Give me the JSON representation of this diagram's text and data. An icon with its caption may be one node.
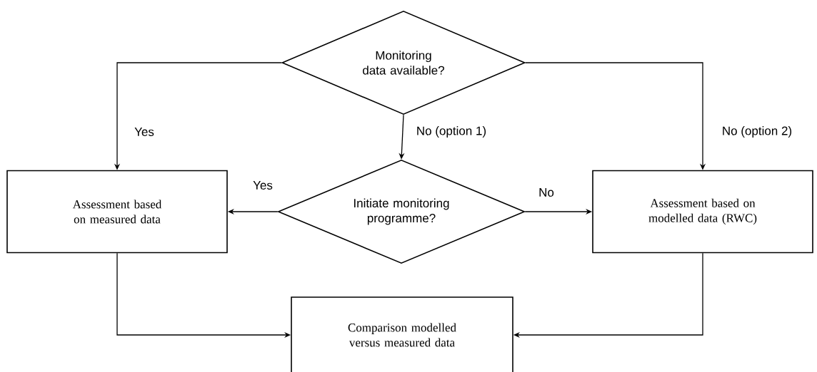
{
  "diagram": {
    "nodes": [
      {
        "text": [
          "Monitoring data available?"
        ]
      },
      {
        "text": [
          "Assessment based on measured data"
        ]
      },
      {
        "text": [
          "Initiate monitoring programme?"
        ]
      },
      {
        "text": [
          "Assessment based on modelled data (RWC)"
        ]
      },
      {
        "text": [
          "Comparison modelled versus measured data"
        ]
      }
    ],
    "edges": [
      {
        "from": 0,
        "to": 1,
        "arrow": "to",
        "label": "Yes"
      },
      {
        "from": 0,
        "to": 2,
        "arrow": "to",
        "label": "No (option 1)"
      },
      {
        "from": 0,
        "to": 3,
        "arrow": "to",
        "label": "No (option 2)"
      },
      {
        "from": 2,
        "to": 1,
        "arrow": "to",
        "label": "Yes"
      },
      {
        "from": 2,
        "to": 3,
        "arrow": "to",
        "label": "No"
      },
      {
        "from": 1,
        "to": 4,
        "arrow": "to"
      },
      {
        "from": 3,
        "to": 4,
        "arrow": "to"
      }
    ]
  }
}
